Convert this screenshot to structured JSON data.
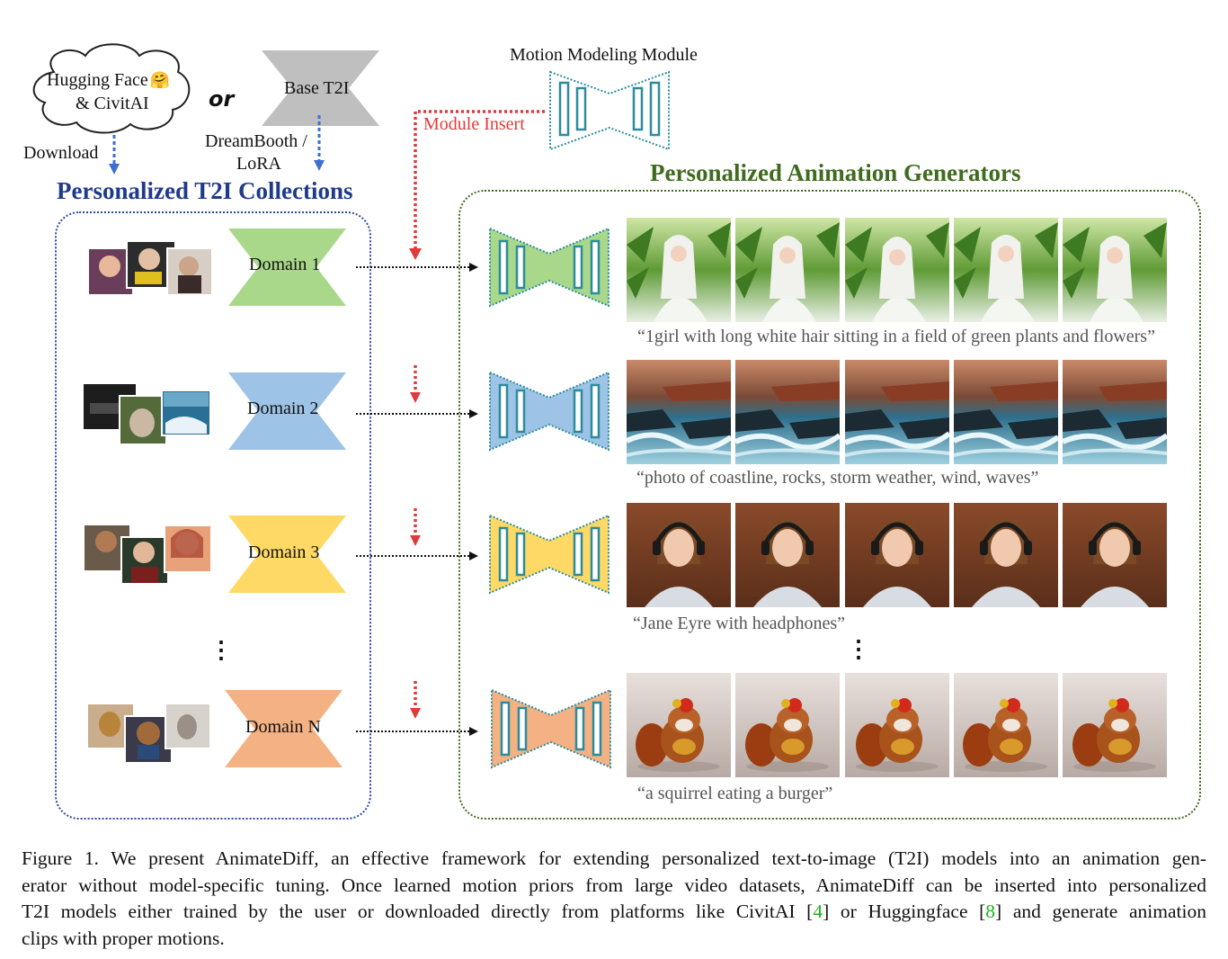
{
  "sources": {
    "hub_line1": "Hugging Face",
    "hub_line2": "& CivitAI",
    "hub_emoji": "🤗",
    "or_label": "or",
    "base_label": "Base T2I",
    "download_label": "Download",
    "dreambooth_line1": "DreamBooth /",
    "dreambooth_line2": "LoRA"
  },
  "module": {
    "title": "Motion Modeling Module",
    "insert_label": "Module Insert"
  },
  "collections": {
    "title": "Personalized T2I Collections",
    "domains": [
      {
        "label": "Domain 1",
        "color": "#a9d88a"
      },
      {
        "label": "Domain 2",
        "color": "#9dc3e6"
      },
      {
        "label": "Domain 3",
        "color": "#ffd966"
      },
      {
        "label": "Domain N",
        "color": "#f4b183"
      }
    ],
    "ellipsis": "⋮"
  },
  "generators": {
    "title": "Personalized Animation Generators",
    "title_color": "#3f6b1e",
    "rows": [
      {
        "prompt": "“1girl with long white hair sitting in a field of green plants and flowers”"
      },
      {
        "prompt": "“photo of coastline, rocks, storm weather, wind, waves”"
      },
      {
        "prompt": "“Jane Eyre with headphones”"
      },
      {
        "prompt": "“a squirrel eating a burger”"
      }
    ],
    "ellipsis": "⋮"
  },
  "colors": {
    "heading_blue": "#1f3a8a",
    "arrow_blue": "#3f6fd1",
    "insert_red": "#e03a3a",
    "module_teal": "#2c8c9c",
    "gray_base": "#bfbfbf"
  },
  "caption": {
    "line1": "Figure 1.  We present AnimateDiff, an effective framework for extending personalized text-to-image (T2I) models into an animation gen-",
    "line2": "erator without model-specific tuning. Once learned motion priors from large video datasets, AnimateDiff can be inserted into personalized",
    "line3a": "T2I models either trained by the user or downloaded directly from platforms like CivitAI [",
    "ref1": "4",
    "line3b": "] or Huggingface [",
    "ref2": "8",
    "line3c": "] and generate animation",
    "line4": "clips with proper motions."
  }
}
